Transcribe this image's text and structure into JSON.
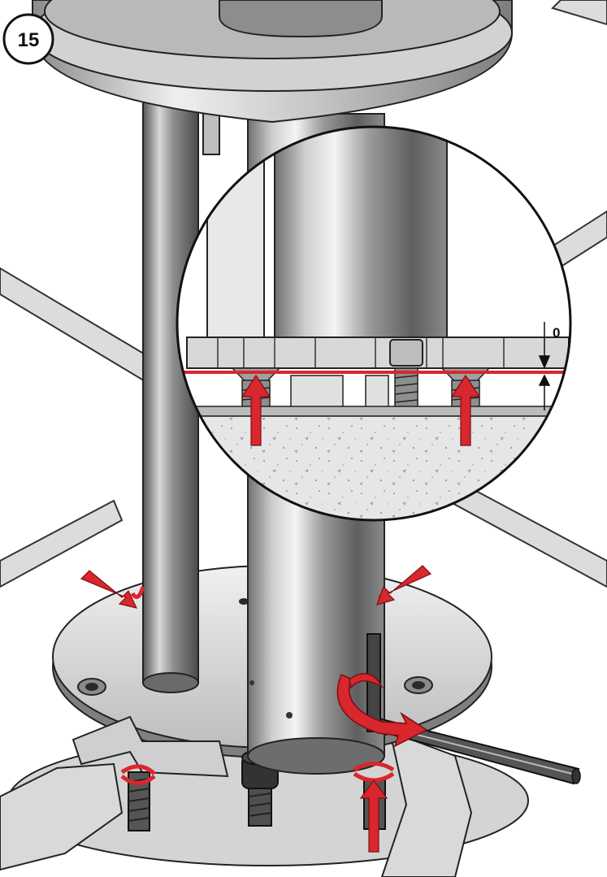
{
  "step": {
    "number": "15"
  },
  "detail": {
    "gap_value": "0"
  },
  "colors": {
    "accent_red": "#d9272e",
    "metal_light": "#e9e9e9",
    "metal_mid": "#b7b7b7",
    "metal_dark": "#7a7a7a",
    "outline": "#1a1a1a",
    "concrete": "#e4e4e4"
  },
  "icons": {
    "step_badge": "circle-number",
    "arrows": "red-arrow",
    "rotation": "red-rotation-arrow",
    "tool": "hex-key"
  }
}
